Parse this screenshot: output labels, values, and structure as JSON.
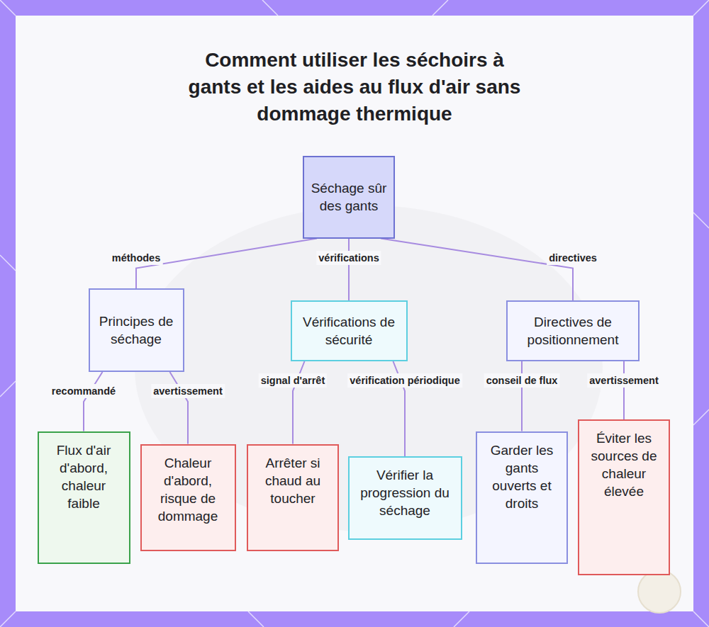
{
  "diagram": {
    "title": "Comment utiliser les séchoirs à gants et les aides au flux d'air sans dommage thermique",
    "nodes": [
      {
        "text": [
          "Séchage sûr des gants"
        ]
      },
      {
        "text": [
          "Principes de séchage"
        ]
      },
      {
        "text": [
          "Vérifications de sécurité"
        ]
      },
      {
        "text": [
          "Directives de positionnement"
        ]
      },
      {
        "text": [
          "Flux d'air d'abord, chaleur faible"
        ]
      },
      {
        "text": [
          "Chaleur d'abord, risque de dommage"
        ]
      },
      {
        "text": [
          "Arrêter si chaud au toucher"
        ]
      },
      {
        "text": [
          "Vérifier la progression du séchage"
        ]
      },
      {
        "text": [
          "Garder les gants ouverts et droits"
        ]
      },
      {
        "text": [
          "Éviter les sources de chaleur élevée"
        ]
      }
    ],
    "edges": [
      {
        "from": 0,
        "to": 1,
        "label": "méthodes",
        "arrow": "none"
      },
      {
        "from": 0,
        "to": 2,
        "label": "vérifications",
        "arrow": "none"
      },
      {
        "from": 0,
        "to": 3,
        "label": "directives",
        "arrow": "none"
      },
      {
        "from": 1,
        "to": 4,
        "label": "recommandé",
        "arrow": "none"
      },
      {
        "from": 1,
        "to": 5,
        "label": "avertissement",
        "arrow": "none"
      },
      {
        "from": 2,
        "to": 6,
        "label": "signal d'arrêt",
        "arrow": "none"
      },
      {
        "from": 2,
        "to": 7,
        "label": "vérification périodique",
        "arrow": "none"
      },
      {
        "from": 3,
        "to": 8,
        "label": "conseil de flux",
        "arrow": "none"
      },
      {
        "from": 3,
        "to": 9,
        "label": "avertissement",
        "arrow": "none"
      }
    ]
  }
}
